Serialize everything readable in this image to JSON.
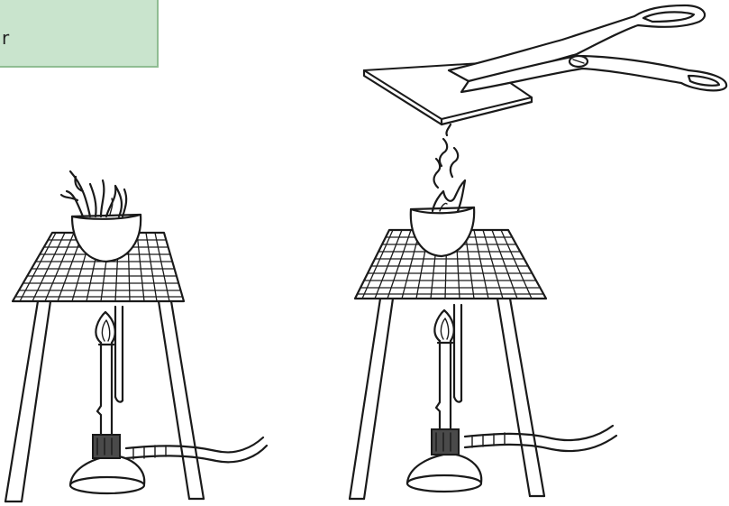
{
  "label_box": {
    "text": "r",
    "fill_color": "#c9e4cd",
    "border_color": "#8fbd92"
  },
  "scenes": [
    {
      "name": "burning-in-crucible",
      "contents": "flame"
    },
    {
      "name": "vapour-under-plate",
      "contents": "smoke"
    }
  ],
  "ink_color": "#1a1a1a"
}
